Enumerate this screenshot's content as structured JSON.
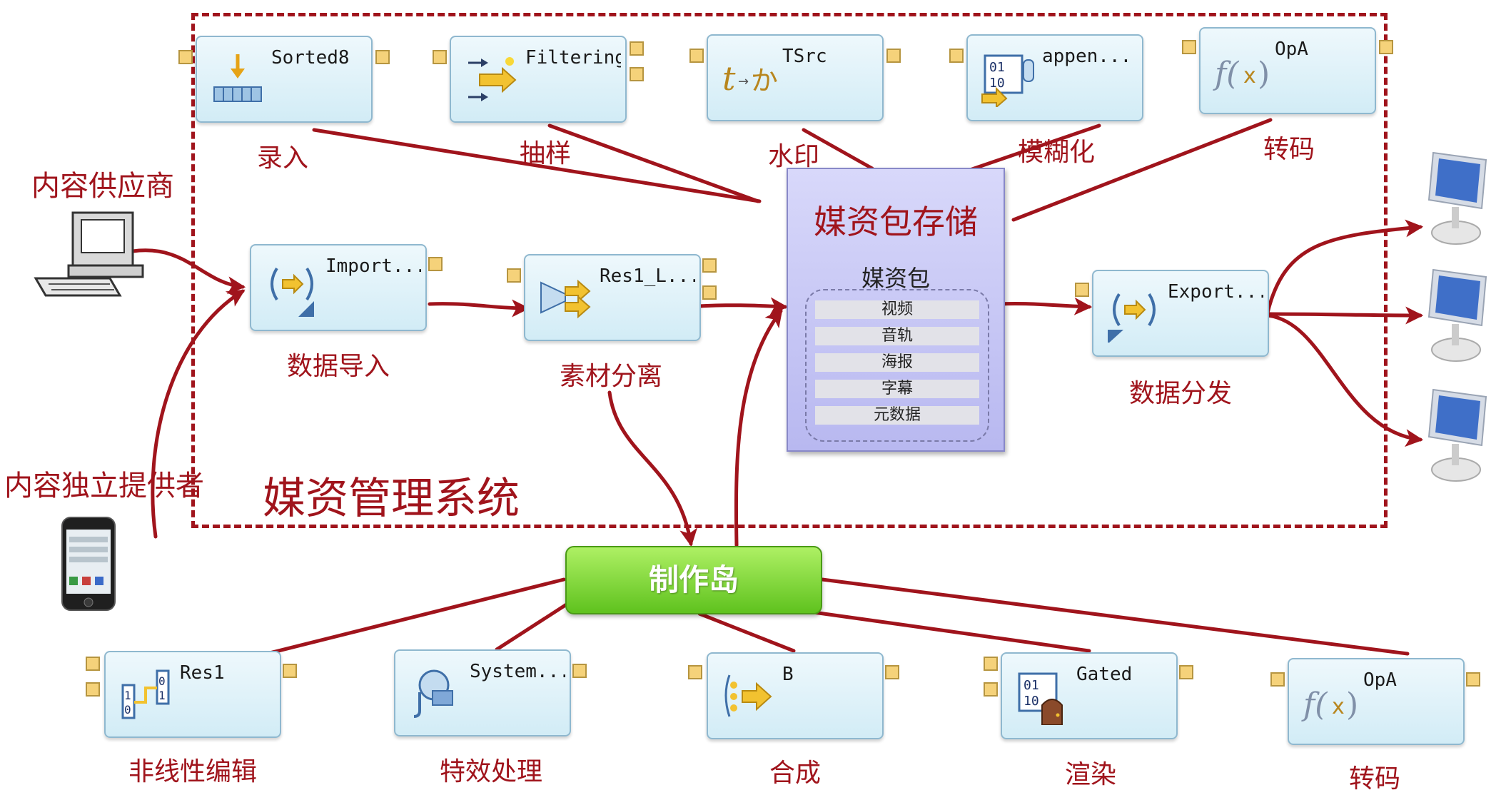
{
  "system_title": "媒资管理系统",
  "sources": {
    "provider": "内容供应商",
    "independent": "内容独立提供者"
  },
  "top_nodes": [
    {
      "title": "Sorted8",
      "caption": "录入",
      "icon": "sort-queue-icon"
    },
    {
      "title": "Filtering",
      "caption": "抽样",
      "icon": "filter-merge-icon"
    },
    {
      "title": "TSrc",
      "caption": "水印",
      "icon": "translate-text-icon"
    },
    {
      "title": "appen...",
      "caption": "模糊化",
      "icon": "binary-append-icon"
    },
    {
      "title": "OpA",
      "caption": "转码",
      "icon": "function-icon"
    }
  ],
  "mid_nodes": [
    {
      "title": "Import...",
      "caption": "数据导入",
      "icon": "import-icon"
    },
    {
      "title": "Res1_L...",
      "caption": "素材分离",
      "icon": "split-icon"
    },
    {
      "title": "Export...",
      "caption": "数据分发",
      "icon": "export-icon"
    }
  ],
  "storage": {
    "title": "媒资包存储",
    "package_label": "媒资包",
    "items": [
      "视频",
      "音轨",
      "海报",
      "字幕",
      "元数据"
    ]
  },
  "production": {
    "label": "制作岛"
  },
  "bottom_nodes": [
    {
      "title": "Res1",
      "caption": "非线性编辑",
      "icon": "binary-switch-icon"
    },
    {
      "title": "System...",
      "caption": "特效处理",
      "icon": "system-process-icon"
    },
    {
      "title": "B",
      "caption": "合成",
      "icon": "compose-arrow-icon"
    },
    {
      "title": "Gated",
      "caption": "渲染",
      "icon": "binary-gate-icon"
    },
    {
      "title": "OpA",
      "caption": "转码",
      "icon": "function-icon"
    }
  ],
  "colors": {
    "accent": "#a0141c",
    "node_border": "#8fb8cf",
    "storage_fill": "#c8c8f5",
    "production_green": "#7ad63a",
    "port": "#f5d27a"
  }
}
